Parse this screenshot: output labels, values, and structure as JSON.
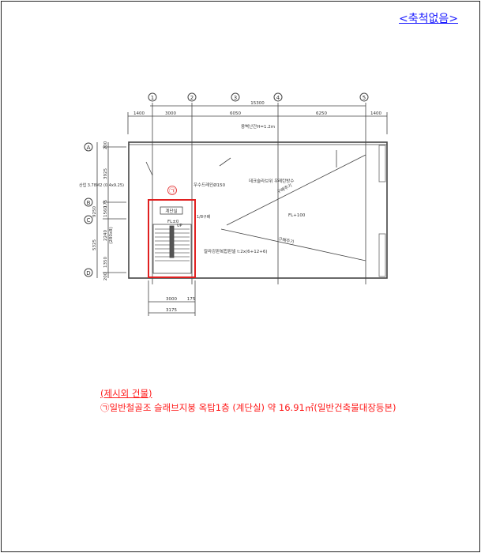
{
  "header": {
    "scale_label": "<축척없음>"
  },
  "drawing": {
    "grid_columns": [
      "1",
      "2",
      "3",
      "4",
      "5"
    ],
    "grid_rows": [
      "A",
      "B",
      "C",
      "D"
    ],
    "top_dimensions": {
      "total": "15300",
      "segments": [
        "1400",
        "3000",
        "6050",
        "6250",
        "1400"
      ]
    },
    "left_dimensions": {
      "total": "9250",
      "segments": [
        "200",
        "3925",
        "175",
        "1560",
        "5325",
        "2240",
        "(280x8)",
        "1350",
        "200"
      ]
    },
    "bottom_dimensions": {
      "stair_width": "3000",
      "offset": "175",
      "total": "3175"
    },
    "annotations": {
      "parapet": "옹벽난간H=1.2m",
      "deck": "데크슬라브위 우레탄방수",
      "drain": "우수드레인Ø150",
      "vent": "산업 3.78M2 (0.4x9.25)",
      "stair_room": "계단실",
      "fl_stair": "FL±0",
      "up": "UP",
      "fl_roof": "FL+100",
      "slope1": "구배주기",
      "slope2": "구배주기",
      "panel": "칼라강판복합판넬 t:2x(6+12+6)",
      "door": "1/8구배"
    },
    "marker": "㉠",
    "highlight_color": "#e02020"
  },
  "notes": {
    "title": "(제시외 건물)",
    "line": "㉠일반철골조 슬래브지붕 옥탑1층 (계단실) 약 16.91㎡(일반건축물대장등본)"
  },
  "colors": {
    "scale_link": "#1a1aff",
    "note_text": "#ff1a1a"
  }
}
